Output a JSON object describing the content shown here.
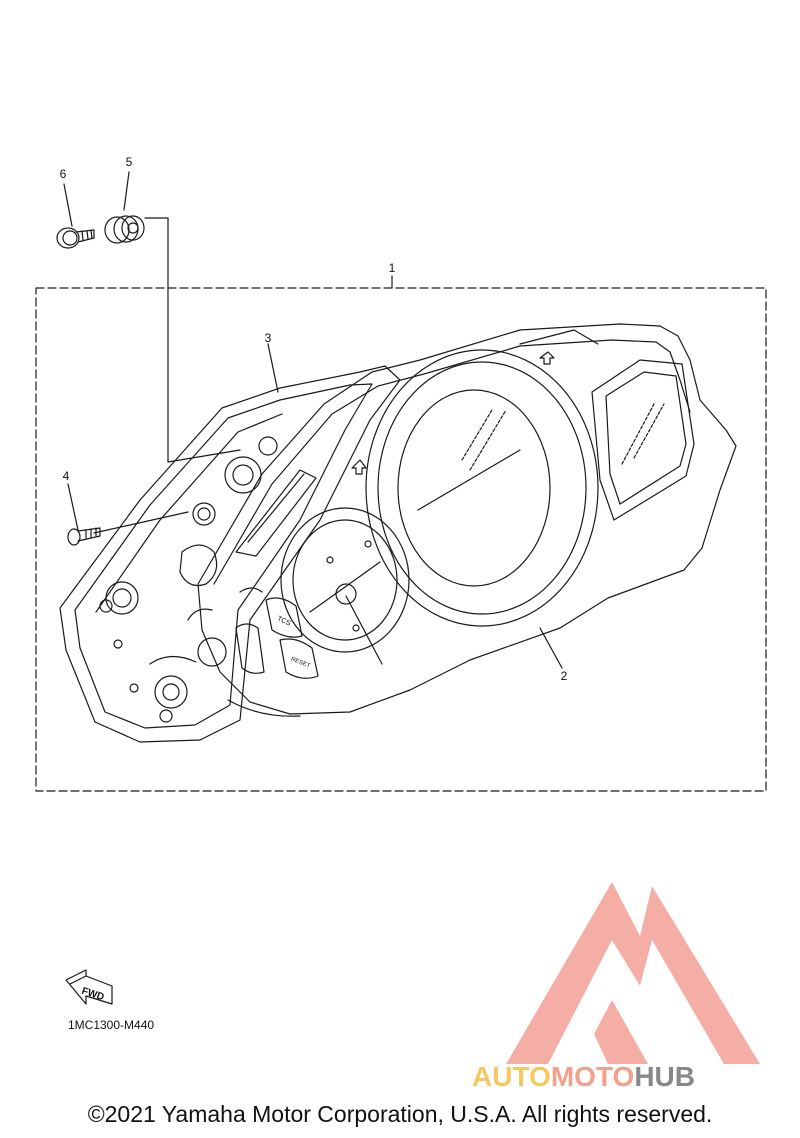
{
  "callouts": [
    "1",
    "2",
    "3",
    "4",
    "5",
    "6"
  ],
  "dial_labels": {
    "tcs": "TCS",
    "reset": "RESET"
  },
  "fwd_label": "FWD",
  "part_code": "1MC1300-M440",
  "logo": {
    "text_auto": "AUTO",
    "text_moto": "MOTO",
    "text_hub": "HUB",
    "colors": {
      "mark": "#f2a097",
      "auto": "#f6c85f",
      "moto": "#f1a18b",
      "hub": "#888888"
    }
  },
  "copyright": "©2021 Yamaha Motor Corporation, U.S.A. All rights reserved."
}
